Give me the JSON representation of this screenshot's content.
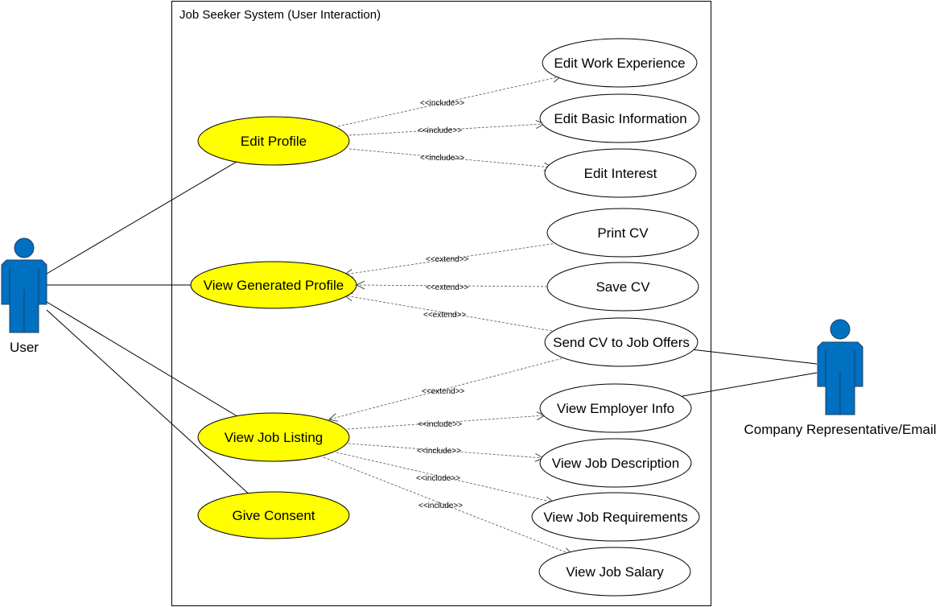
{
  "system": {
    "title": "Job Seeker System (User Interaction)"
  },
  "colors": {
    "primary_usecase": "#ffff00",
    "actor": "#0070c0",
    "actor_outline": "#1f3f66"
  },
  "actors": {
    "user": {
      "label": "User"
    },
    "company": {
      "label": "Company Representative/Email"
    }
  },
  "usecases": {
    "edit_profile": "Edit Profile",
    "view_generated_profile": "View Generated Profile",
    "view_job_listing": "View Job Listing",
    "give_consent": "Give Consent",
    "edit_work_experience": "Edit Work Experience",
    "edit_basic_information": "Edit Basic Information",
    "edit_interest": "Edit Interest",
    "print_cv": "Print CV",
    "save_cv": "Save CV",
    "send_cv": "Send CV to Job Offers",
    "view_employer_info": "View Employer Info",
    "view_job_description": "View Job Description",
    "view_job_requirements": "View Job Requirements",
    "view_job_salary": "View Job Salary"
  },
  "relations": {
    "include": "<<include>>",
    "extend": "<<extend>>"
  }
}
